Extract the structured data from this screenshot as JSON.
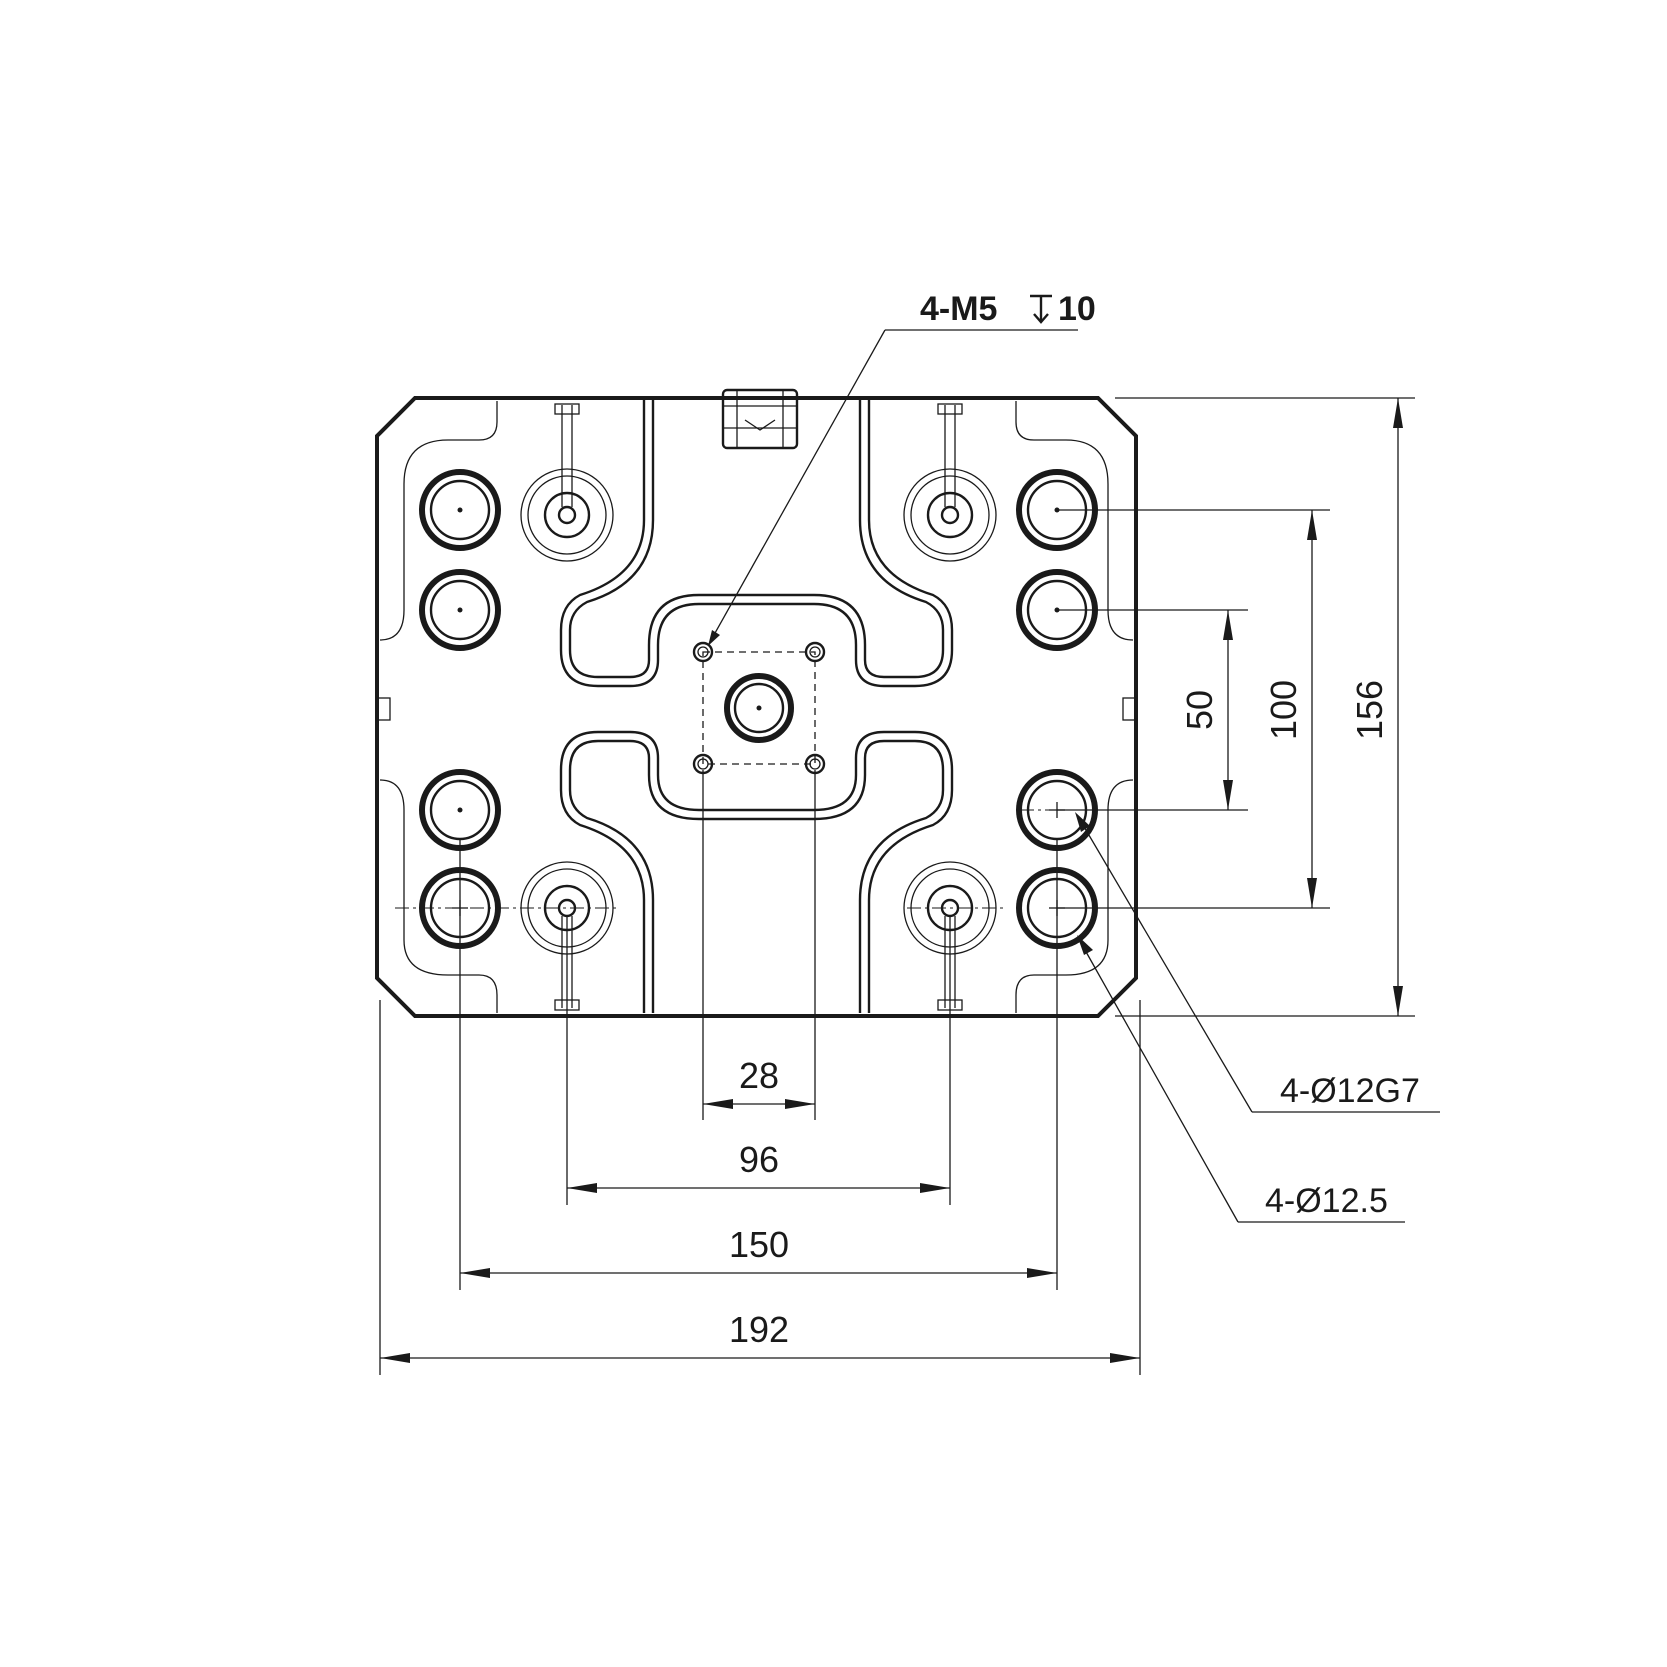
{
  "dimensions": {
    "horizontal": [
      "28",
      "96",
      "150",
      "192"
    ],
    "vertical": [
      "50",
      "100",
      "156"
    ]
  },
  "callouts": {
    "thread": "4-M5",
    "thread_depth": "10",
    "fit_hole": "4-Ø12G7",
    "clear_hole": "4-Ø12.5"
  },
  "colors": {
    "line": "#1a1a1a",
    "background": "#ffffff"
  }
}
